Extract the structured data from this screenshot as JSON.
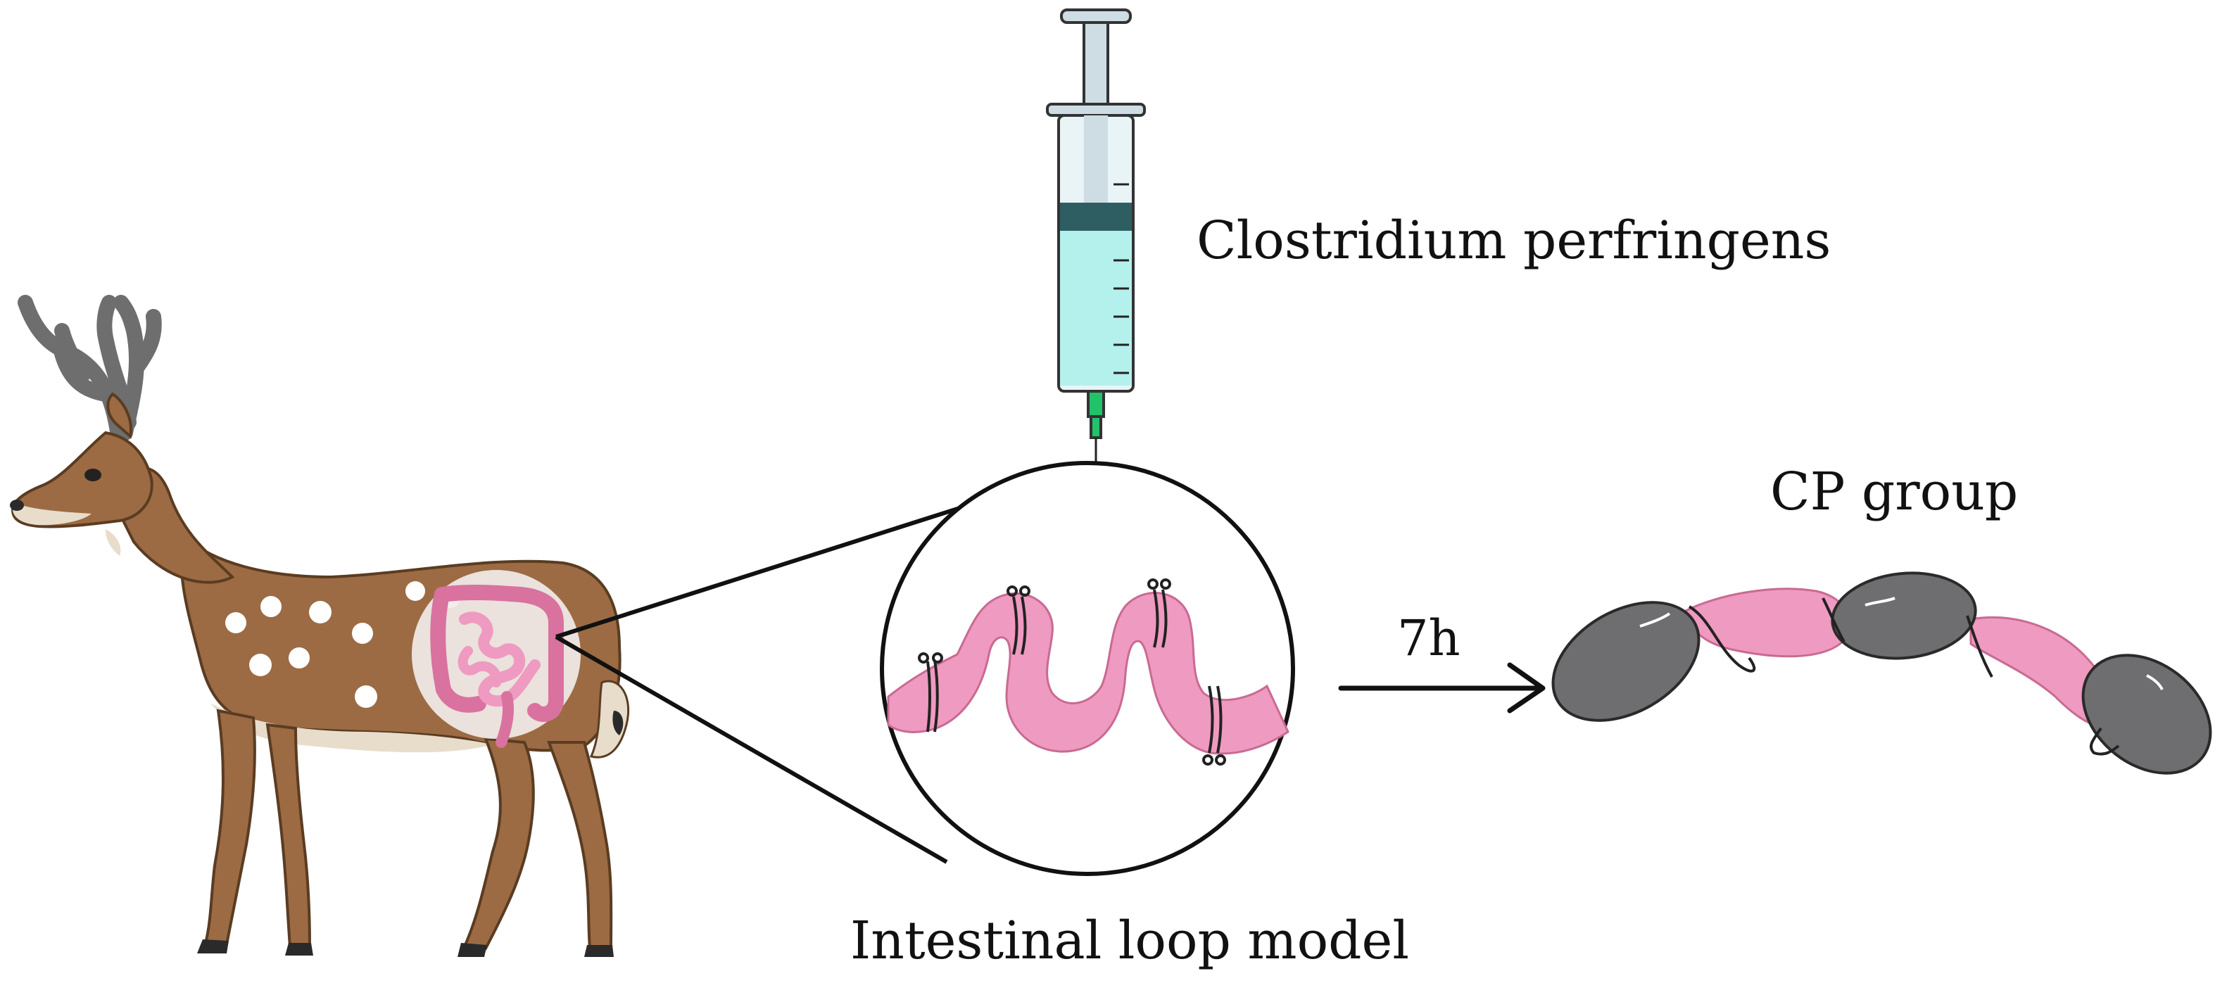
{
  "labels": {
    "agent": "Clostridium perfringens",
    "group": "CP group",
    "time": "7h",
    "model": "Intestinal loop model"
  },
  "colors": {
    "deer_body": "#9C6B43",
    "deer_dark": "#6B4A2C",
    "deer_light": "#E8DCCB",
    "antler": "#6E6E6E",
    "spots": "#FFFFFF",
    "intestine": "#EF9AC0",
    "intestine_dark": "#D9729F",
    "syringe_fluid": "#B4F0EC",
    "syringe_plunger": "#2F5E62",
    "needle_hub": "#21C26A",
    "blob_gray": "#6E6E70",
    "line": "#111111"
  },
  "icons": {
    "animal": "deer-icon",
    "injector": "syringe-icon",
    "organ": "intestine-icon"
  }
}
